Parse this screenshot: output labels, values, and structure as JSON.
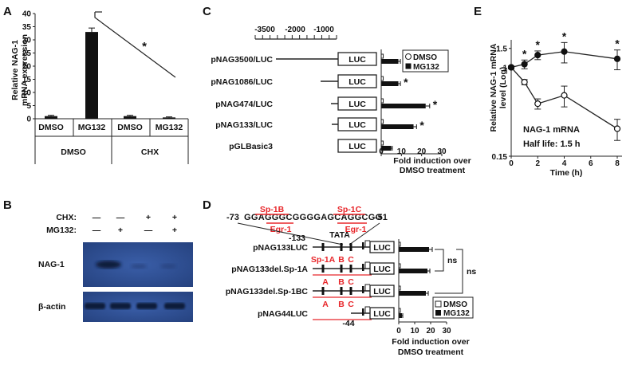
{
  "panels": {
    "a": {
      "label": "A"
    },
    "b": {
      "label": "B"
    },
    "c": {
      "label": "C"
    },
    "d": {
      "label": "D"
    },
    "e": {
      "label": "E"
    }
  },
  "chart_data": [
    {
      "panel": "A",
      "type": "bar",
      "categories": [
        "DMSO",
        "MG132",
        "DMSO",
        "MG132"
      ],
      "groups": [
        "DMSO",
        "CHX"
      ],
      "values": [
        1,
        33,
        1,
        0.5
      ],
      "ylabel": "Relative NAG-1 mRNA expression",
      "ylim": [
        0,
        40
      ],
      "yticks": [
        "0",
        "5",
        "10",
        "15",
        "20",
        "25",
        "30",
        "35",
        "40"
      ],
      "annotations": [
        "*"
      ]
    },
    {
      "panel": "C",
      "type": "bar",
      "orientation": "horizontal",
      "scale_ticks": [
        "-3500",
        "-2000",
        "-1000"
      ],
      "constructs": [
        "pNAG3500/LUC",
        "pNAG1086/LUC",
        "pNAG474/LUC",
        "pNAG133/LUC",
        "pGLBasic3"
      ],
      "box_label": "LUC",
      "series": [
        {
          "name": "DMSO",
          "values": [
            1,
            1,
            1,
            1,
            1
          ]
        },
        {
          "name": "MG132",
          "values": [
            8.5,
            8.5,
            22,
            16,
            5
          ]
        }
      ],
      "errors": [
        1,
        1,
        2,
        1.5,
        0.5
      ],
      "significance": [
        "*",
        "*",
        "*",
        "*",
        ""
      ],
      "xlim": [
        0,
        30
      ],
      "xticks": [
        "0",
        "10",
        "20",
        "30"
      ],
      "xlabel": "Fold induction over DMSO treatment",
      "legend": [
        "DMSO",
        "MG132"
      ]
    },
    {
      "panel": "D",
      "type": "bar",
      "orientation": "horizontal",
      "sequence": {
        "start": "-73",
        "text": "GGAGGGCGGGGAGCAGGCGG",
        "end": "-51"
      },
      "sites": [
        "Sp-1B",
        "Sp-1C",
        "Egr-1",
        "Egr-1"
      ],
      "tata": "TATA",
      "pos133": "-133",
      "pos44": "-44",
      "mutant_labels": [
        "Sp-1A",
        "B",
        "C",
        "A",
        "B",
        "C"
      ],
      "constructs": [
        "pNAG133LUC",
        "pNAG133del.Sp-1A",
        "pNAG133del.Sp-1BC",
        "pNAG44LUC"
      ],
      "box_label": "LUC",
      "series": [
        {
          "name": "DMSO",
          "values": [
            1,
            1,
            1,
            1
          ]
        },
        {
          "name": "MG132",
          "values": [
            19,
            18,
            17,
            2
          ]
        }
      ],
      "errors": [
        2,
        1.5,
        1.5,
        0.5
      ],
      "ns_labels": [
        "ns",
        "ns"
      ],
      "xlim": [
        0,
        30
      ],
      "xticks": [
        "0",
        "10",
        "20",
        "30"
      ],
      "xlabel": "Fold induction over DMSO treatment",
      "legend": [
        "DMSO",
        "MG132"
      ]
    },
    {
      "panel": "E",
      "type": "line",
      "x": [
        0,
        1,
        2,
        4,
        8
      ],
      "series": [
        {
          "name": "DMSO",
          "marker": "open",
          "values": [
            1,
            0.73,
            0.46,
            0.55,
            0.27
          ],
          "errors": [
            0.03,
            0.04,
            0.05,
            0.12,
            0.06
          ]
        },
        {
          "name": "MG132",
          "marker": "filled",
          "values": [
            1,
            1.07,
            1.3,
            1.4,
            1.2
          ],
          "errors": [
            0.03,
            0.1,
            0.12,
            0.3,
            0.25
          ]
        }
      ],
      "significance": [
        "",
        "*",
        "*",
        "*",
        "*"
      ],
      "xlabel": "Time (h)",
      "ylabel": "Relative NAG-1 mRNA level (Log)",
      "xticks": [
        "0",
        "2",
        "4",
        "6",
        "8"
      ],
      "yticks": [
        "0.15",
        "1",
        "1.5"
      ],
      "yscale": "log",
      "ylim": [
        0.15,
        1.8
      ],
      "annotation": [
        "NAG-1 mRNA",
        "Half life: 1.5 h"
      ]
    }
  ],
  "blot": {
    "treatments": [
      {
        "label": "CHX:",
        "marks": [
          "—",
          "—",
          "+",
          "+"
        ]
      },
      {
        "label": "MG132:",
        "marks": [
          "—",
          "+",
          "—",
          "+"
        ]
      }
    ],
    "rows": [
      "NAG-1",
      "β-actin"
    ]
  }
}
